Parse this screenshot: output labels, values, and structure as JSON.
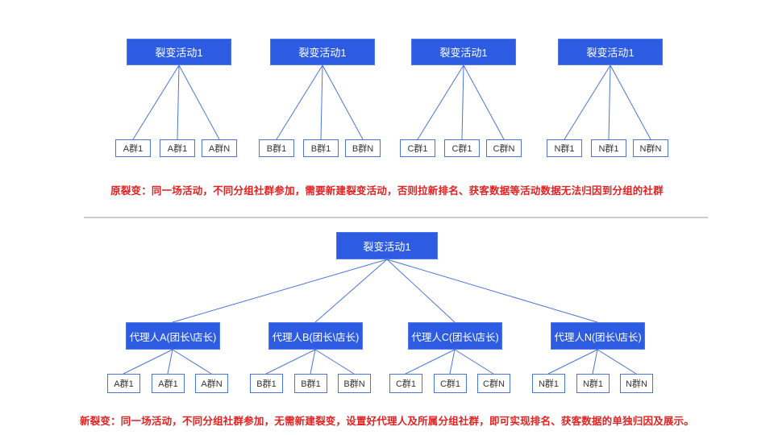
{
  "top_section": {
    "trees": [
      {
        "activity": "裂变活动1",
        "groups": [
          "A群1",
          "A群1",
          "A群N"
        ]
      },
      {
        "activity": "裂变活动1",
        "groups": [
          "B群1",
          "B群1",
          "B群N"
        ]
      },
      {
        "activity": "裂变活动1",
        "groups": [
          "C群1",
          "C群1",
          "C群N"
        ]
      },
      {
        "activity": "裂变活动1",
        "groups": [
          "N群1",
          "N群1",
          "N群N"
        ]
      }
    ],
    "caption": "原裂变：同一场活动，不同分组社群参加，需要新建裂变活动，否则拉新排名、获客数据等活动数据无法归因到分组的社群"
  },
  "bottom_section": {
    "activity": "裂变活动1",
    "agents": [
      {
        "label": "代理人A(团长\\店长)",
        "groups": [
          "A群1",
          "A群1",
          "A群N"
        ]
      },
      {
        "label": "代理人B(团长\\店长)",
        "groups": [
          "B群1",
          "B群1",
          "B群N"
        ]
      },
      {
        "label": "代理人C(团长\\店长)",
        "groups": [
          "C群1",
          "C群1",
          "C群N"
        ]
      },
      {
        "label": "代理人N(团长\\店长)",
        "groups": [
          "N群1",
          "N群1",
          "N群N"
        ]
      }
    ],
    "caption": "新裂变：同一场活动，不同分组社群参加，无需新建裂变，设置好代理人及所属分组社群，即可实现排名、获客数据的单独归因及展示。"
  },
  "colors": {
    "primary_blue": "#2d5ce2",
    "connector_blue": "#4a74dd",
    "caption_red": "#e02222",
    "divider_gray": "#cbcbcb"
  }
}
